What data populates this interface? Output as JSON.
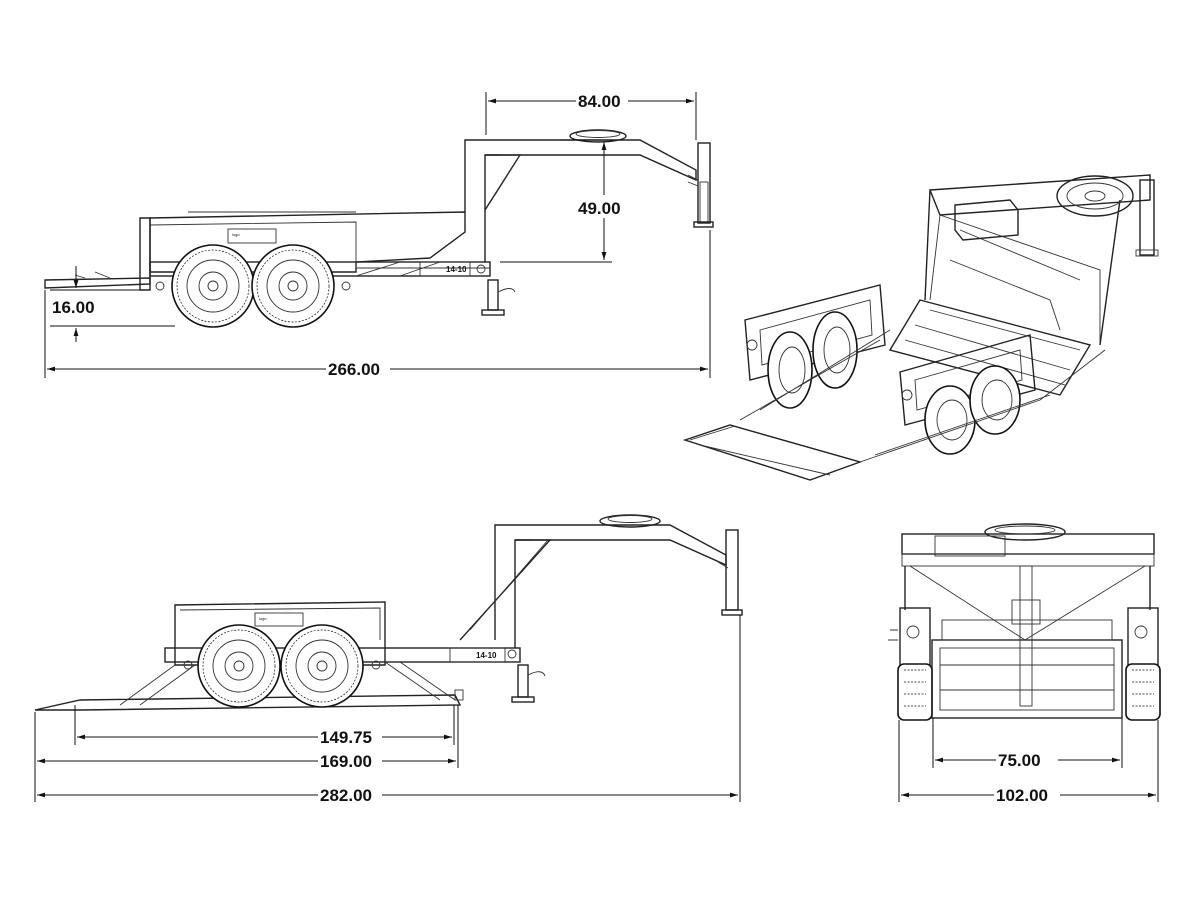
{
  "dimensions": {
    "top_view": {
      "gooseneck_length": "84.00",
      "gooseneck_height": "49.00",
      "deck_height": "16.00",
      "overall_length": "266.00"
    },
    "bottom_view": {
      "deck_length": "149.75",
      "bed_length": "169.00",
      "overall_length": "282.00"
    },
    "rear_view": {
      "inner_width": "75.00",
      "overall_width": "102.00"
    }
  },
  "labels": {
    "model_tag": "14-10"
  },
  "colors": {
    "line": "#222222",
    "background": "#ffffff"
  }
}
